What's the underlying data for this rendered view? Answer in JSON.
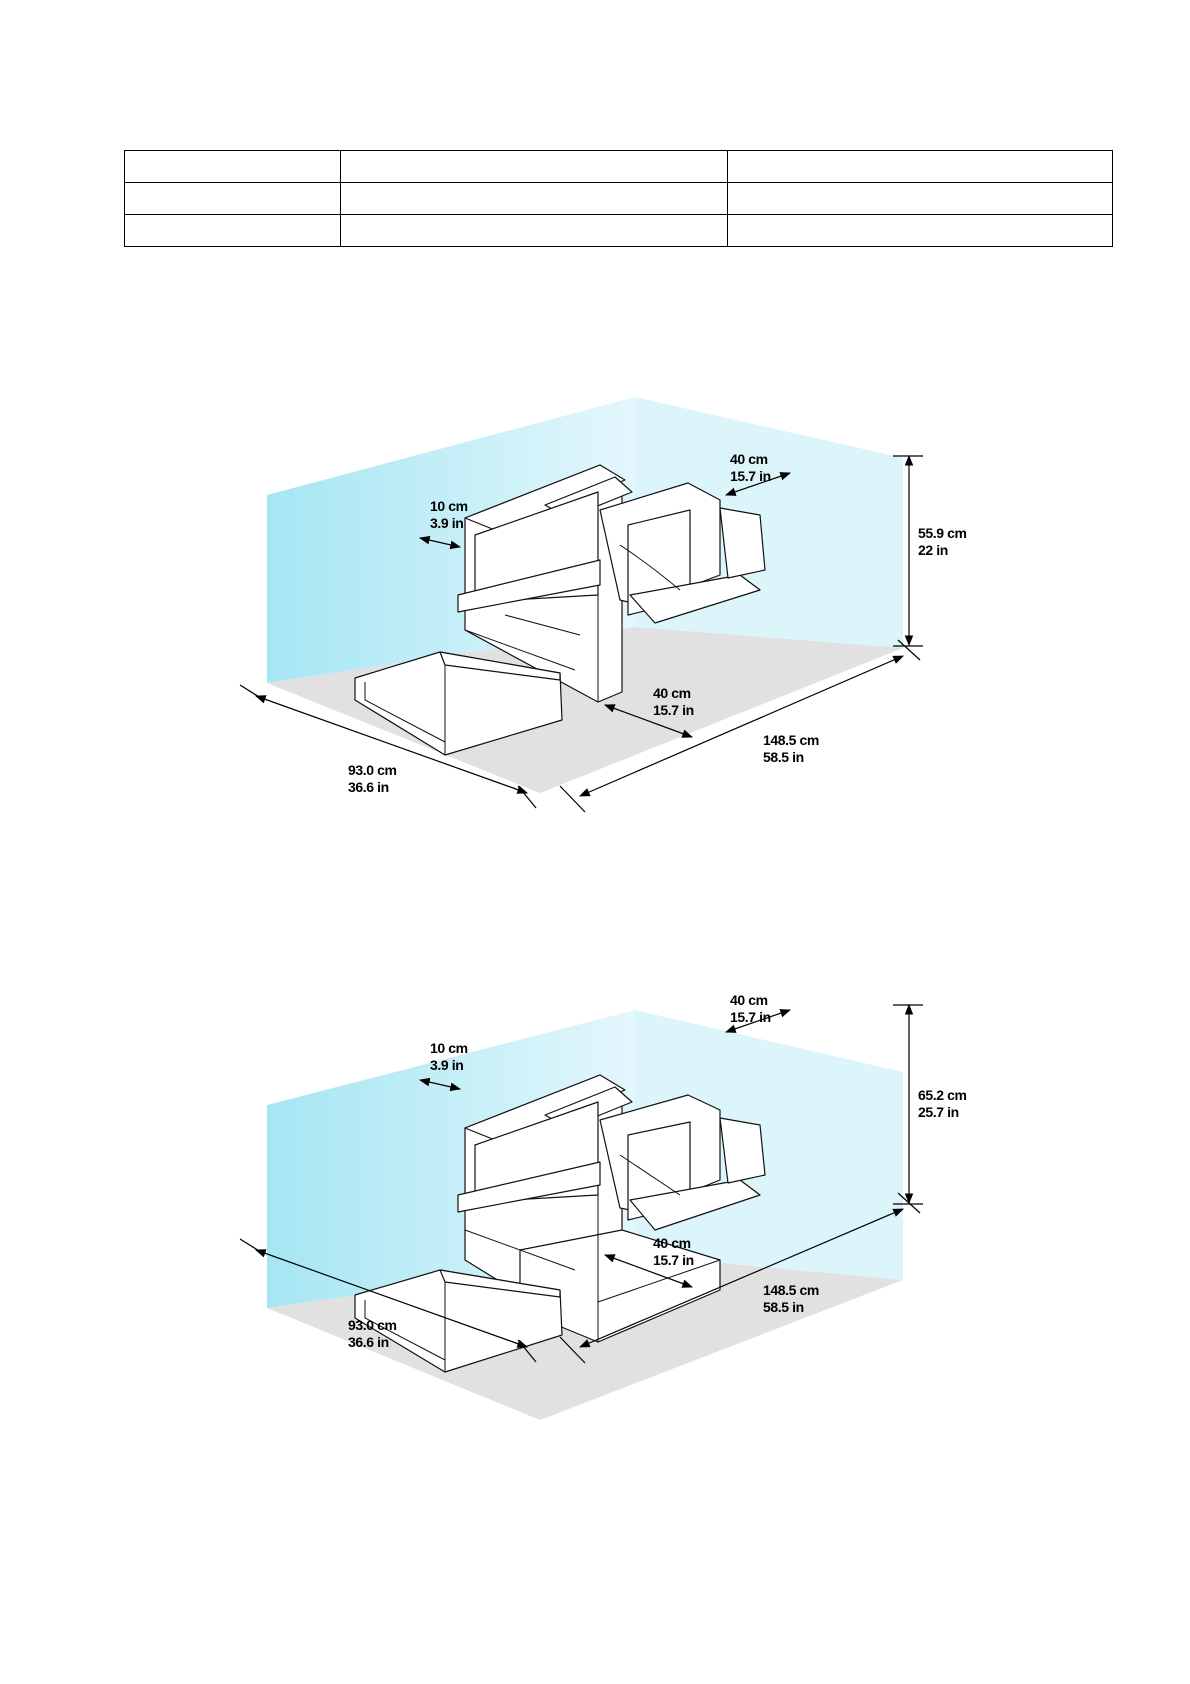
{
  "table": {
    "rows": [
      [
        "",
        "",
        ""
      ],
      [
        "",
        "",
        ""
      ],
      [
        "",
        "",
        ""
      ]
    ]
  },
  "diagrams": [
    {
      "top": {
        "cm": "40 cm",
        "in": "15.7 in"
      },
      "left": {
        "cm": "10 cm",
        "in": "3.9 in"
      },
      "height": {
        "cm": "55.9 cm",
        "in": "22 in"
      },
      "front": {
        "cm": "40 cm",
        "in": "15.7 in"
      },
      "width": {
        "cm": "148.5 cm",
        "in": "58.5 in"
      },
      "depth": {
        "cm": "93.0 cm",
        "in": "36.6 in"
      }
    },
    {
      "top": {
        "cm": "40 cm",
        "in": "15.7 in"
      },
      "left": {
        "cm": "10 cm",
        "in": "3.9 in"
      },
      "height": {
        "cm": "65.2 cm",
        "in": "25.7 in"
      },
      "front": {
        "cm": "40 cm",
        "in": "15.7 in"
      },
      "width": {
        "cm": "148.5 cm",
        "in": "58.5 in"
      },
      "depth": {
        "cm": "93.0 cm",
        "in": "36.6 in"
      }
    }
  ]
}
